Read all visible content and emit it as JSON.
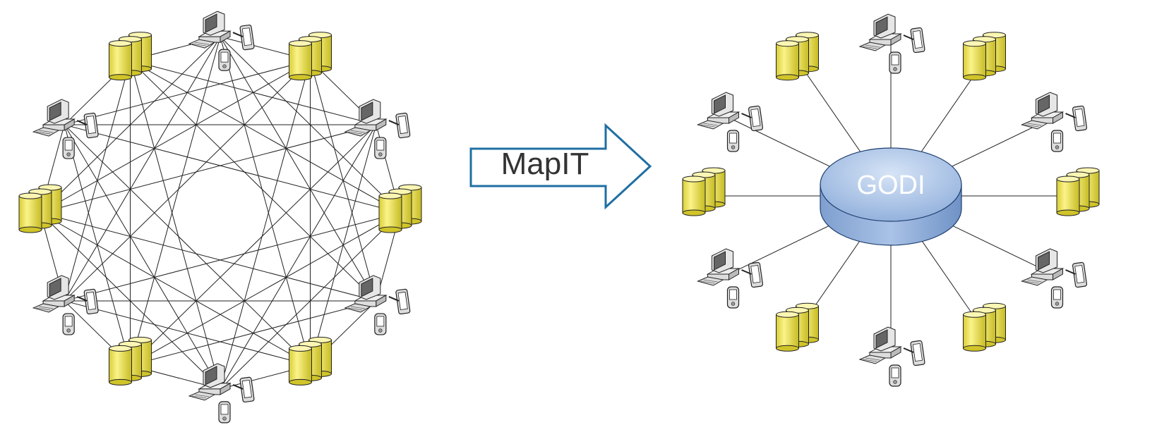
{
  "arrow": {
    "label": "MapIT"
  },
  "hub": {
    "label": "GODI"
  },
  "colors": {
    "db_fill": "#f5ec6c",
    "db_fill_dark": "#c9bf2c",
    "db_top": "#fbf6b3",
    "hub_fill": "#8fb0dc",
    "hub_top": "#bdd3ef",
    "arrow_stroke": "#1f6fa3",
    "line": "#222222"
  },
  "icons": {
    "database": "database-cluster-icon",
    "client": "client-devices-icon"
  },
  "before": {
    "layout": "mesh",
    "node_count": 12
  },
  "after": {
    "layout": "star",
    "node_count": 12
  }
}
